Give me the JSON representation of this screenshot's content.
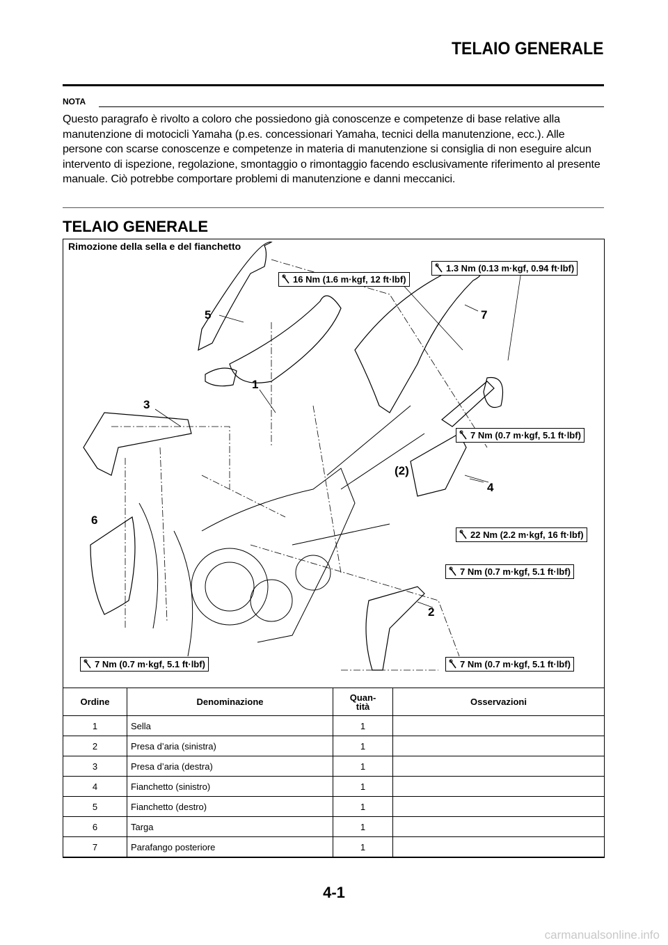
{
  "header": {
    "title": "TELAIO GENERALE"
  },
  "note": {
    "label": "NOTA",
    "text": "Questo paragrafo è rivolto a coloro che possiedono già conoscenze e competenze di base relative alla manutenzione di motocicli Yamaha (p.es. concessionari Yamaha, tecnici della manutenzione, ecc.). Alle persone con scarse conoscenze e competenze in materia di manutenzione si consiglia di non eseguire alcun intervento di ispezione, regolazione, smontaggio o rimontaggio facendo esclusi­vamente riferimento al presente manuale. Ciò potrebbe comportare problemi di manutenzione e dan­ni meccanici."
  },
  "section": {
    "title": "TELAIO GENERALE"
  },
  "diagram": {
    "title": "Rimozione della sella e del fianchetto",
    "torques": [
      "16 Nm (1.6 m·kgf, 12 ft·lbf)",
      "1.3 Nm (0.13 m·kgf, 0.94 ft·lbf)",
      "7 Nm (0.7 m·kgf, 5.1 ft·lbf)",
      "22 Nm (2.2 m·kgf, 16 ft·lbf)",
      "7 Nm (0.7 m·kgf, 5.1 ft·lbf)",
      "7 Nm (0.7 m·kgf, 5.1 ft·lbf)",
      "7 Nm (0.7 m·kgf, 5.1 ft·lbf)"
    ],
    "callouts": [
      "5",
      "7",
      "1",
      "3",
      "(2)",
      "4",
      "6",
      "2"
    ]
  },
  "table": {
    "headers": [
      "Ordine",
      "Denominazione",
      "Quan-\ntità",
      "Osservazioni"
    ],
    "rows": [
      [
        "1",
        "Sella",
        "1",
        ""
      ],
      [
        "2",
        "Presa d’aria (sinistra)",
        "1",
        ""
      ],
      [
        "3",
        "Presa d’aria (destra)",
        "1",
        ""
      ],
      [
        "4",
        "Fianchetto (sinistro)",
        "1",
        ""
      ],
      [
        "5",
        "Fianchetto (destro)",
        "1",
        ""
      ],
      [
        "6",
        "Targa",
        "1",
        ""
      ],
      [
        "7",
        "Parafango posteriore",
        "1",
        ""
      ]
    ]
  },
  "footer": {
    "page": "4-1"
  },
  "watermark": "carmanualsonline.info"
}
